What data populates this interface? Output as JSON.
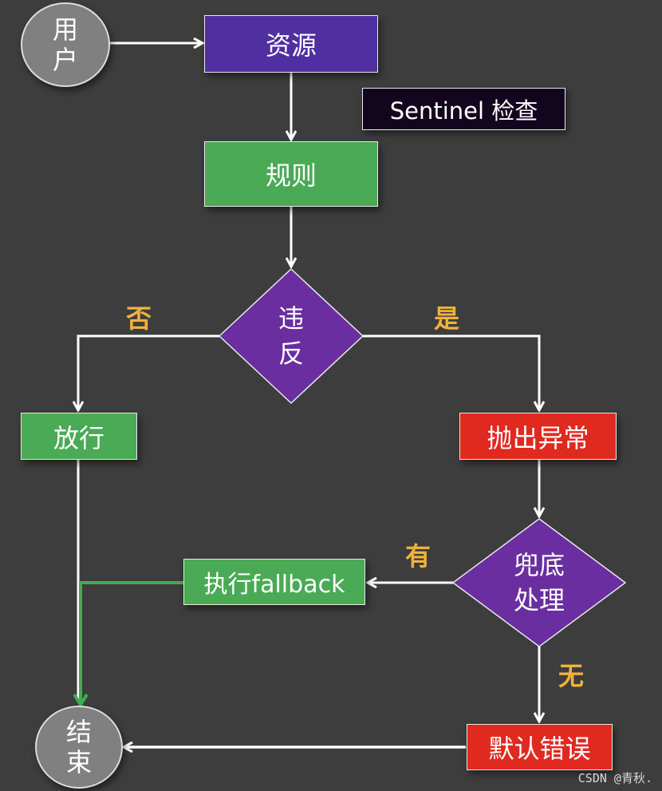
{
  "colors": {
    "background": "#3d3d3d",
    "process_purple": "#5030a0",
    "decision_purple": "#6a2ea0",
    "success_green": "#4aaa55",
    "error_red": "#e0291f",
    "label_yellow": "#f0b23a",
    "terminal_gray": "#808080",
    "note_dark": "#12061e"
  },
  "nodes": {
    "user": {
      "line1": "用",
      "line2": "户"
    },
    "resource": "资源",
    "sentinel_check": "Sentinel 检查",
    "rule": "规则",
    "violation": {
      "line1": "违",
      "line2": "反"
    },
    "pass": "放行",
    "throw_exception": "抛出异常",
    "fallback_decision": {
      "line1": "兜底",
      "line2": "处理"
    },
    "execute_fallback": "执行fallback",
    "default_error": "默认错误",
    "end": {
      "line1": "结",
      "line2": "束"
    }
  },
  "edge_labels": {
    "no": "否",
    "yes": "是",
    "has": "有",
    "none": "无"
  },
  "watermark": "CSDN @青秋."
}
